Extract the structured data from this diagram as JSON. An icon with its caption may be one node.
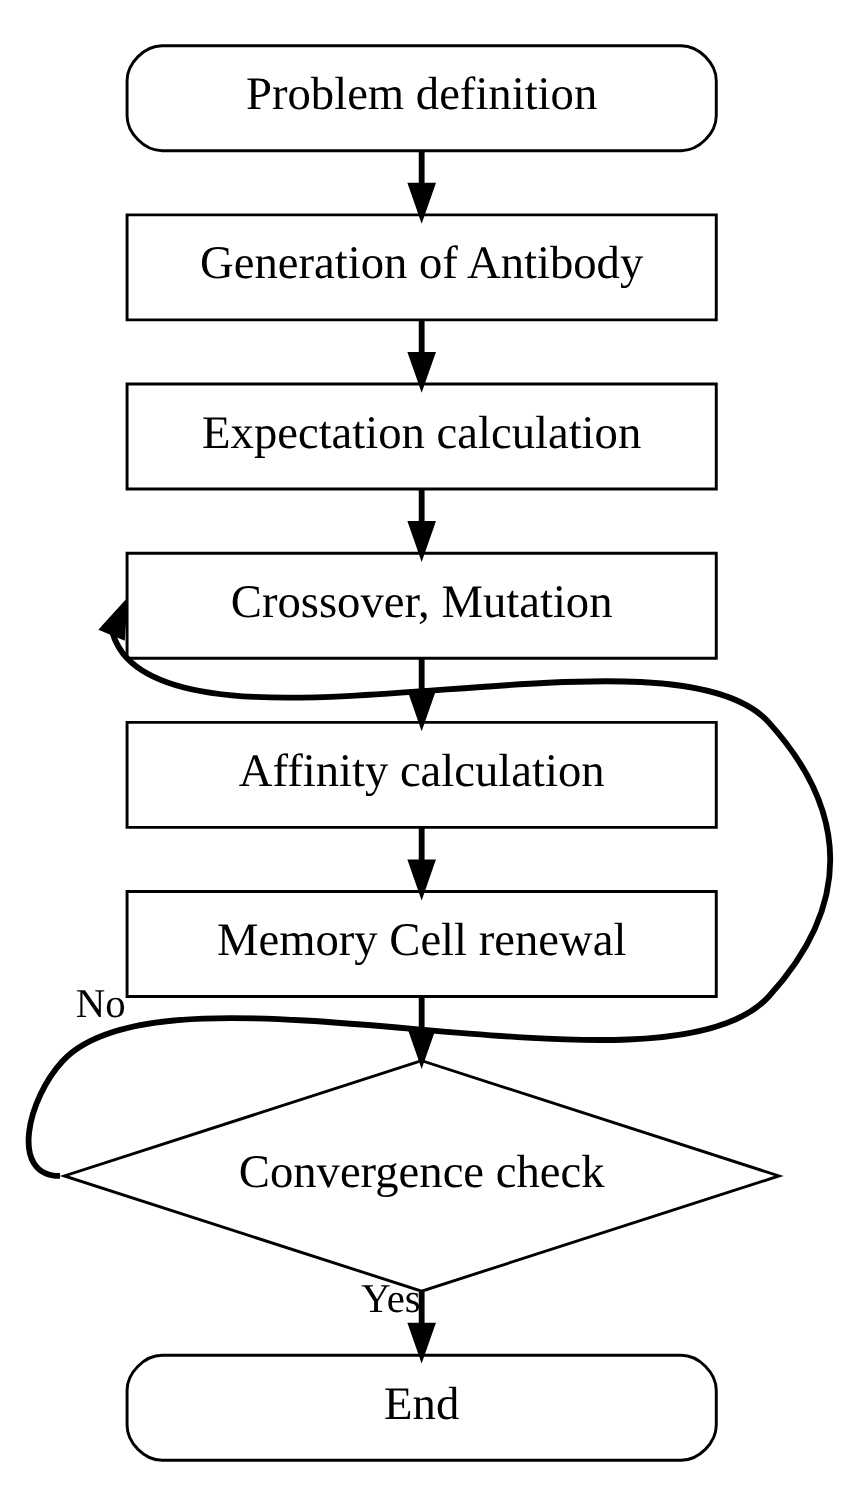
{
  "diagram": {
    "nodes": [
      {
        "text": [
          "Problem definition"
        ]
      },
      {
        "text": [
          "Generation of Antibody"
        ]
      },
      {
        "text": [
          "Expectation calculation"
        ]
      },
      {
        "text": [
          "Crossover, Mutation"
        ]
      },
      {
        "text": [
          "Affinity calculation"
        ]
      },
      {
        "text": [
          "Memory Cell renewal"
        ]
      },
      {
        "text": [
          "Convergence check"
        ]
      },
      {
        "text": [
          "End"
        ]
      }
    ],
    "edges": [
      {
        "from": 0,
        "to": 1,
        "arrow": "to"
      },
      {
        "from": 1,
        "to": 2,
        "arrow": "to"
      },
      {
        "from": 2,
        "to": 3,
        "arrow": "to"
      },
      {
        "from": 3,
        "to": 4,
        "arrow": "to"
      },
      {
        "from": 4,
        "to": 5,
        "arrow": "to"
      },
      {
        "from": 5,
        "to": 6,
        "arrow": "to"
      },
      {
        "from": 6,
        "to": 7,
        "arrow": "to",
        "label": "Yes"
      },
      {
        "from": 6,
        "to": 3,
        "arrow": "to",
        "label": "No"
      }
    ]
  }
}
